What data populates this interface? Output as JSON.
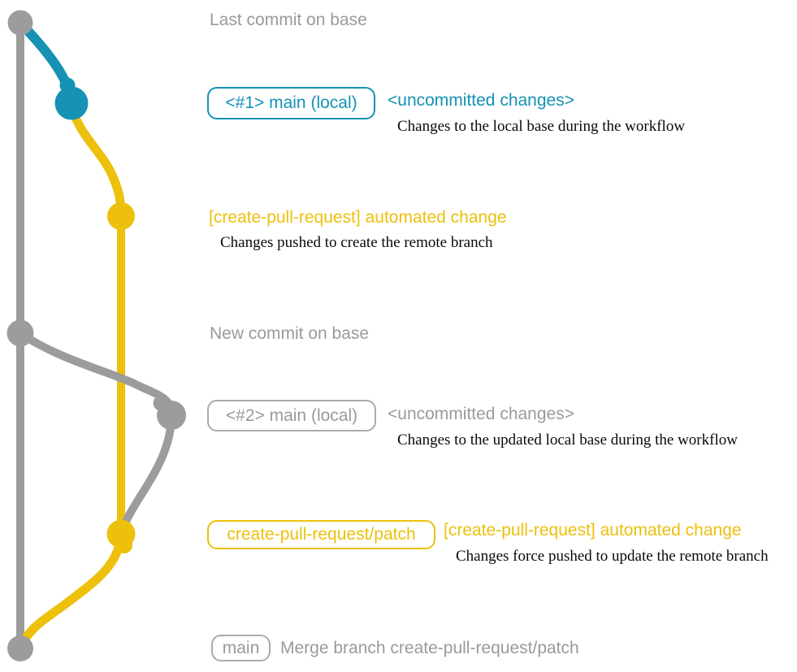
{
  "colors": {
    "blue": "#1592b4",
    "yellow": "#edc00c",
    "gray": "#9c9c9c",
    "gray_text": "#9a9a9a",
    "gray_border": "#aaaaaa",
    "desc_text": "#0a0a0a",
    "background": "#ffffff"
  },
  "graph_nodes": [
    {
      "id": "base-last-commit",
      "color": "gray"
    },
    {
      "id": "main-local-1",
      "color": "blue"
    },
    {
      "id": "patch-commit-1",
      "color": "yellow"
    },
    {
      "id": "base-new-commit",
      "color": "gray"
    },
    {
      "id": "main-local-2",
      "color": "gray"
    },
    {
      "id": "patch-commit-2",
      "color": "yellow"
    },
    {
      "id": "main-merge-commit",
      "color": "gray"
    }
  ],
  "annotations": {
    "row1_heading": "Last commit on base",
    "row2_badge": "<#1> main (local)",
    "row2_status": "<uncommitted changes>",
    "row2_desc": "Changes to the local base during the workflow",
    "row3_label": "[create-pull-request] automated change",
    "row3_desc": "Changes pushed to create the remote branch",
    "row4_heading": "New commit on base",
    "row5_badge": "<#2> main (local)",
    "row5_status": "<uncommitted changes>",
    "row5_desc": "Changes to the updated local base during the workflow",
    "row6_badge": "create-pull-request/patch",
    "row6_label": "[create-pull-request] automated change",
    "row6_desc": "Changes force pushed to update the remote branch",
    "row7_badge": "main",
    "row7_desc": "Merge branch create-pull-request/patch"
  }
}
